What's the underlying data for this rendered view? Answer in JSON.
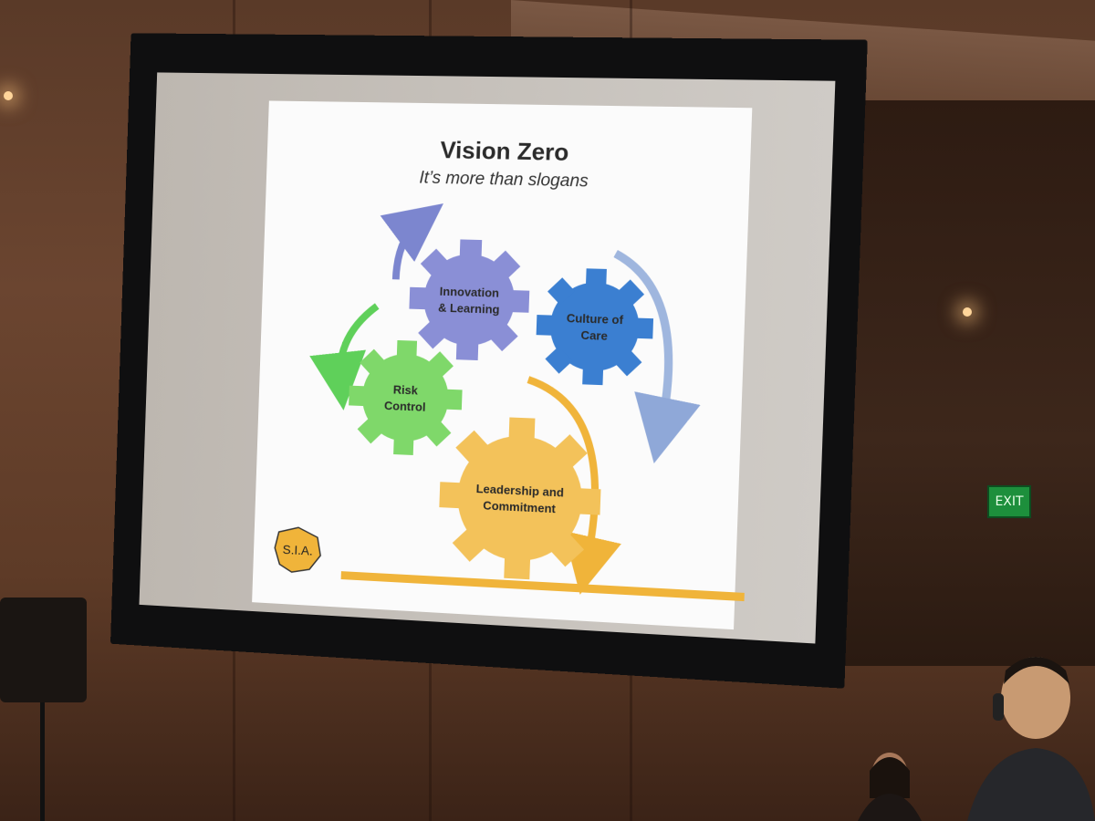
{
  "slide": {
    "title": "Vision Zero",
    "subtitle": "It’s more than slogans",
    "gears": [
      {
        "label_line1": "Innovation",
        "label_line2": "& Learning",
        "color": "#8a8fd6"
      },
      {
        "label_line1": "Culture of",
        "label_line2": "Care",
        "color": "#3b7fd1"
      },
      {
        "label_line1": "Risk",
        "label_line2": "Control",
        "color": "#7fd86a"
      },
      {
        "label_line1": "Leadership and",
        "label_line2": "Commitment",
        "color": "#f3c25a"
      }
    ],
    "logo_text": "S.I.A."
  },
  "room": {
    "exit_sign": "EXIT"
  }
}
